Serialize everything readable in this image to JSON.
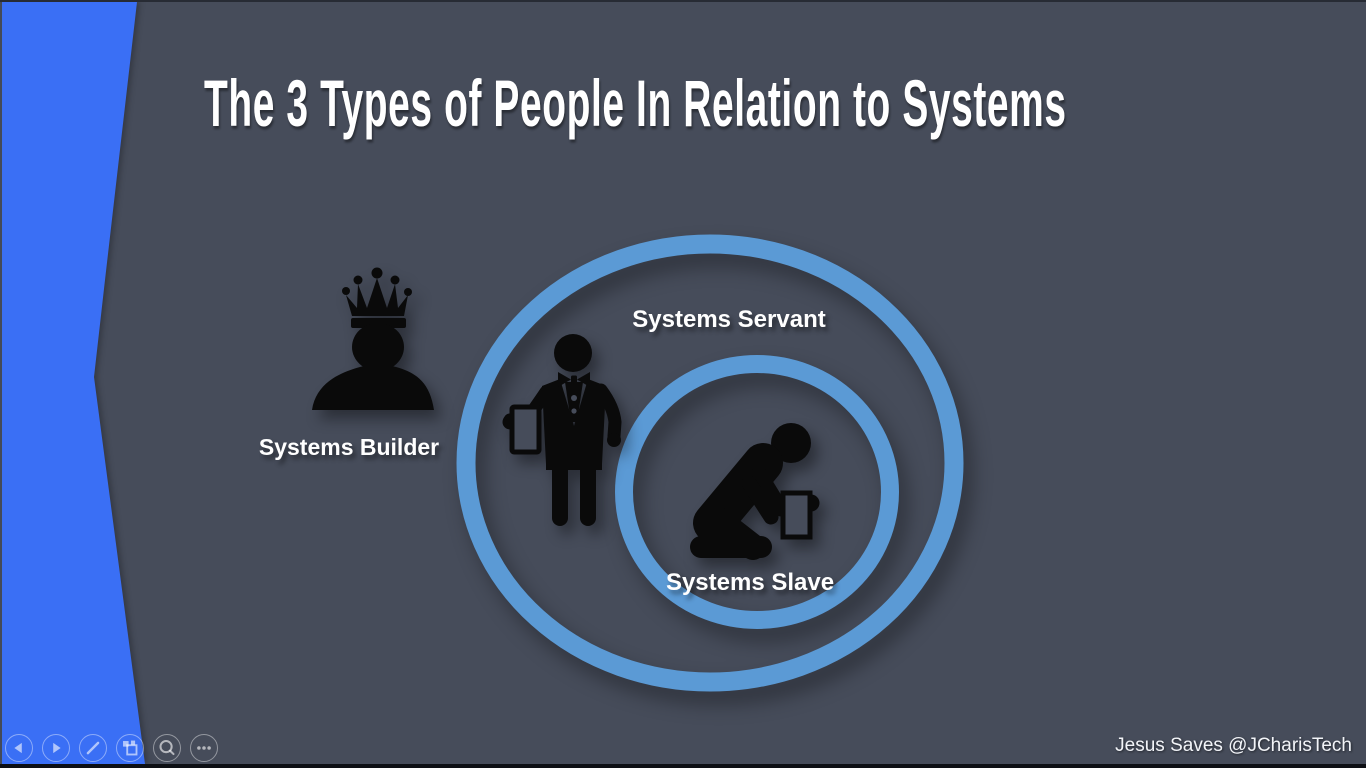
{
  "slide": {
    "title": "The 3 Types of People In Relation to Systems",
    "diagram": {
      "builder": {
        "label": "Systems Builder",
        "icon": "crowned-king-icon"
      },
      "servant": {
        "label": "Systems Servant",
        "icon": "waiter-with-towel-icon"
      },
      "slave": {
        "label": "Systems Slave",
        "icon": "kneeling-person-phone-icon"
      }
    },
    "credit": "Jesus Saves @JCharisTech"
  },
  "toolbar": {
    "buttons": [
      {
        "name": "previous-slide",
        "icon": "left-arrow-icon"
      },
      {
        "name": "next-slide",
        "icon": "right-arrow-icon"
      },
      {
        "name": "pen-tools",
        "icon": "pen-icon"
      },
      {
        "name": "see-all-slides",
        "icon": "slides-grid-icon"
      },
      {
        "name": "zoom-slide",
        "icon": "magnifier-icon"
      },
      {
        "name": "more-options",
        "icon": "ellipsis-icon"
      }
    ]
  },
  "colors": {
    "background": "#464C5A",
    "accent_shape": "#3A6FF5",
    "circle_stroke": "#5B9AD5",
    "silhouette": "#0a0a0a",
    "text": "#FFFFFF"
  }
}
